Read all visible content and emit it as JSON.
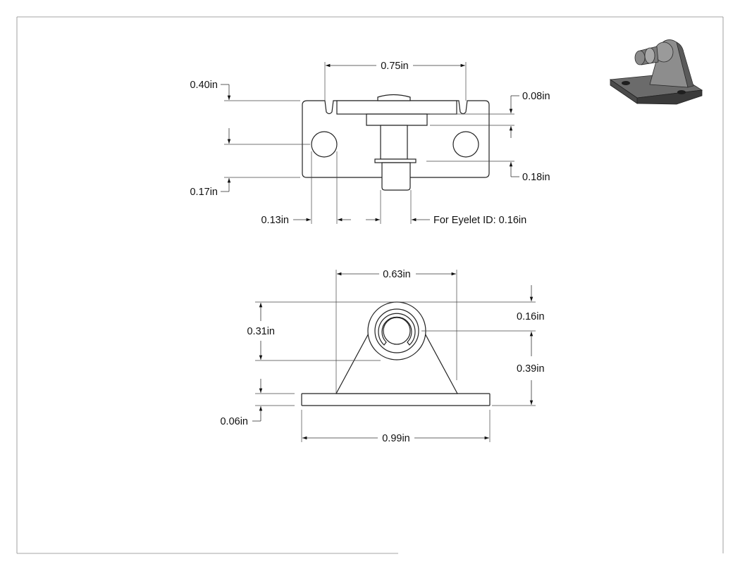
{
  "dimensions": {
    "top_width": "0.75in",
    "top_height": "0.40in",
    "top_notch": "0.08in",
    "top_offset": "0.18in",
    "top_bottom": "0.17in",
    "top_edge": "0.13in",
    "eyelet": "For Eyelet ID: 0.16in",
    "front_width": "0.63in",
    "front_height": "0.31in",
    "front_top": "0.16in",
    "front_center": "0.39in",
    "front_base": "0.06in",
    "front_total": "0.99in"
  },
  "colors": {
    "line": "#222222",
    "iso_dark": "#3a3a3a",
    "iso_mid": "#6b6b6b",
    "iso_light": "#9a9a9a"
  }
}
